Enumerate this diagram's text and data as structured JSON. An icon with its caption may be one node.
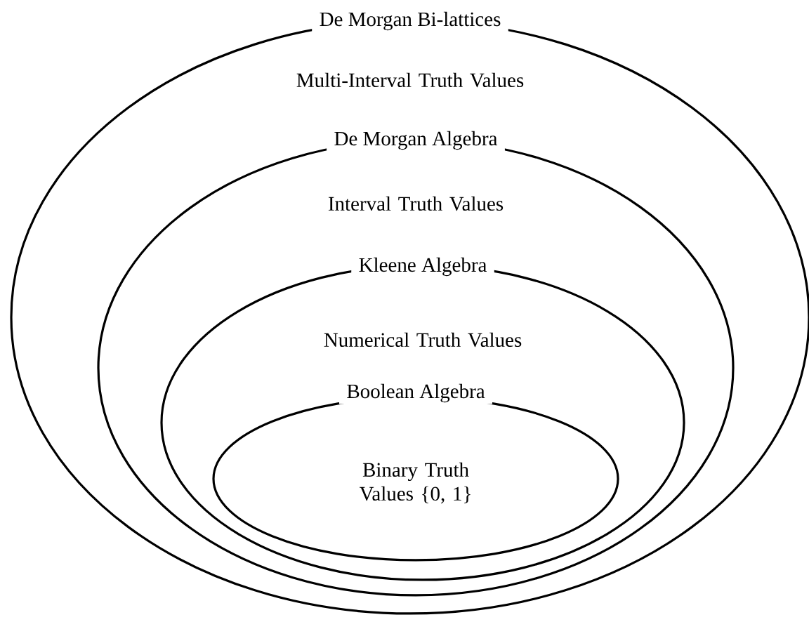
{
  "diagram": {
    "nodes": [
      {
        "text": [
          "De Morgan Bi-lattices",
          "Multi-Interval Truth Values"
        ]
      },
      {
        "text": [
          "De Morgan Algebra",
          "Interval Truth Values"
        ],
        "in": 0
      },
      {
        "text": [
          "Kleene Algebra",
          "Numerical Truth Values"
        ],
        "in": 1
      },
      {
        "text": [
          "Boolean Algebra",
          "Binary Truth Values {0, 1}"
        ],
        "in": 2
      }
    ]
  }
}
